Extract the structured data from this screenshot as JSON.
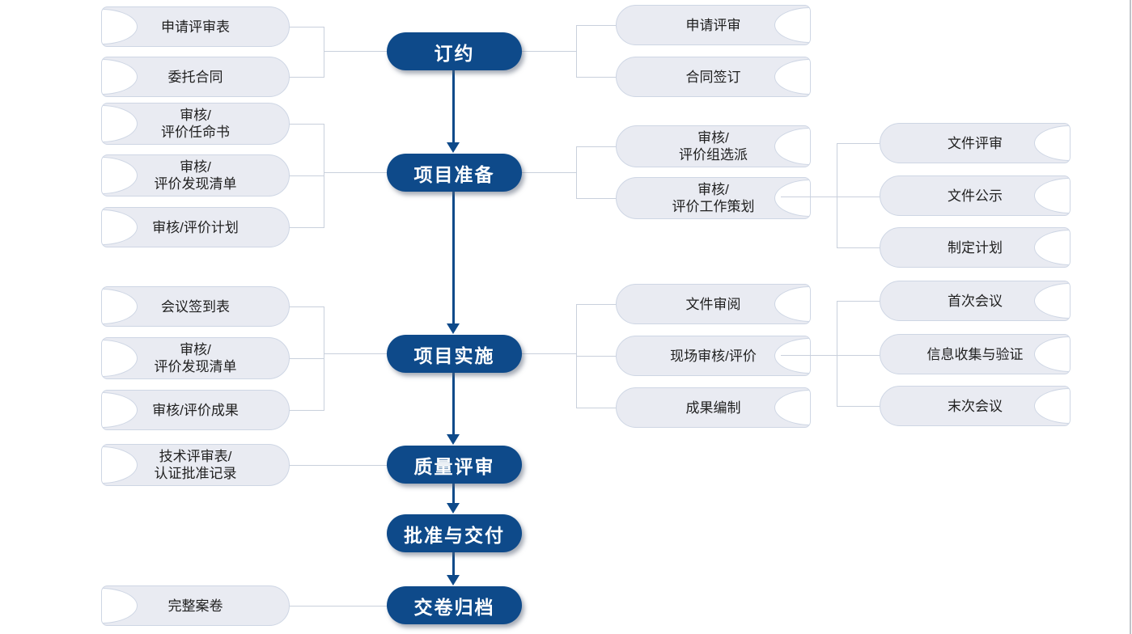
{
  "colors": {
    "stage_blue": "#0E4A8A",
    "pill_fill": "#E9EBF2",
    "pill_border": "#CED6E4",
    "connector_gray": "#C9D0DC",
    "stage_text": "#FFFFFF",
    "pill_text": "#1F1F1F"
  },
  "stages": [
    {
      "label": "订约"
    },
    {
      "label": "项目准备"
    },
    {
      "label": "项目实施"
    },
    {
      "label": "质量评审"
    },
    {
      "label": "批准与交付"
    },
    {
      "label": "交卷归档"
    }
  ],
  "left_documents": [
    "申请评审表",
    "委托合同",
    "审核/\n评价任命书",
    "审核/\n评价发现清单",
    "审核/评价计划",
    "会议签到表",
    "审核/\n评价发现清单",
    "审核/评价成果",
    "技术评审表/\n认证批准记录",
    "完整案卷"
  ],
  "right_activities": [
    "申请评审",
    "合同签订",
    "审核/\n评价组选派",
    "审核/\n评价工作策划",
    "文件审阅",
    "现场审核/评价",
    "成果编制"
  ],
  "right_subactivities": [
    "文件评审",
    "文件公示",
    "制定计划",
    "首次会议",
    "信息收集与验证",
    "末次会议"
  ]
}
